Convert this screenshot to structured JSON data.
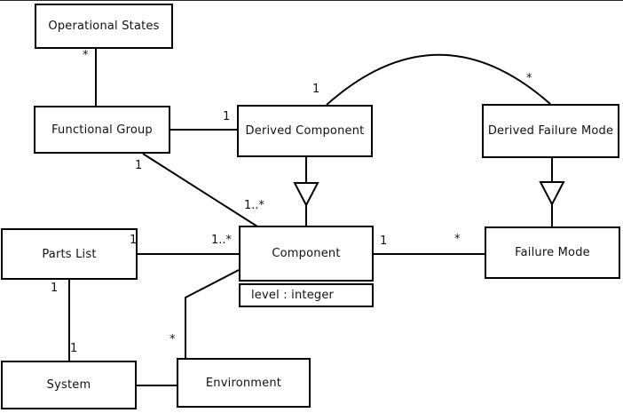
{
  "diagram": {
    "kind": "uml-class-diagram",
    "colors": {
      "background": "#ffffff",
      "box_fill": "#ffffff",
      "line": "#000000",
      "text": "#111111"
    },
    "classes": [
      {
        "id": "operational-states",
        "label": "Operational States"
      },
      {
        "id": "functional-group",
        "label": "Functional Group"
      },
      {
        "id": "derived-component",
        "label": "Derived Component"
      },
      {
        "id": "derived-failure-mode",
        "label": "Derived Failure Mode"
      },
      {
        "id": "parts-list",
        "label": "Parts List"
      },
      {
        "id": "component",
        "label": "Component",
        "attributes": [
          "level : integer"
        ]
      },
      {
        "id": "failure-mode",
        "label": "Failure Mode"
      },
      {
        "id": "system",
        "label": "System"
      },
      {
        "id": "environment",
        "label": "Environment"
      }
    ],
    "relationships": [
      {
        "type": "association",
        "from": "Operational States",
        "to": "Functional Group",
        "from_multiplicity": "*",
        "to_multiplicity": ""
      },
      {
        "type": "association",
        "from": "Functional Group",
        "to": "Derived Component",
        "from_multiplicity": "",
        "to_multiplicity": "1"
      },
      {
        "type": "association",
        "from": "Derived Component",
        "to": "Derived Failure Mode",
        "from_multiplicity": "1",
        "to_multiplicity": "*",
        "shape": "arc"
      },
      {
        "type": "generalization",
        "from": "Derived Component",
        "to": "Component"
      },
      {
        "type": "generalization",
        "from": "Derived Failure Mode",
        "to": "Failure Mode"
      },
      {
        "type": "association",
        "from": "Functional Group",
        "to": "Component",
        "from_multiplicity": "1",
        "to_multiplicity": "1..*"
      },
      {
        "type": "association",
        "from": "Parts List",
        "to": "Component",
        "from_multiplicity": "1",
        "to_multiplicity": "1..*"
      },
      {
        "type": "association",
        "from": "Component",
        "to": "Failure Mode",
        "from_multiplicity": "1",
        "to_multiplicity": "*"
      },
      {
        "type": "association",
        "from": "Parts List",
        "to": "System",
        "from_multiplicity": "1",
        "to_multiplicity": "1"
      },
      {
        "type": "association",
        "from": "Component",
        "to": "Environment",
        "from_multiplicity": "",
        "to_multiplicity": "*"
      },
      {
        "type": "association",
        "from": "System",
        "to": "Environment",
        "from_multiplicity": "",
        "to_multiplicity": ""
      }
    ],
    "multiplicities": [
      {
        "text": "*"
      },
      {
        "text": "1"
      },
      {
        "text": "1"
      },
      {
        "text": "*"
      },
      {
        "text": "1"
      },
      {
        "text": "1..*"
      },
      {
        "text": "1"
      },
      {
        "text": "1..*"
      },
      {
        "text": "1"
      },
      {
        "text": "*"
      },
      {
        "text": "1"
      },
      {
        "text": "1"
      },
      {
        "text": "*"
      }
    ]
  }
}
